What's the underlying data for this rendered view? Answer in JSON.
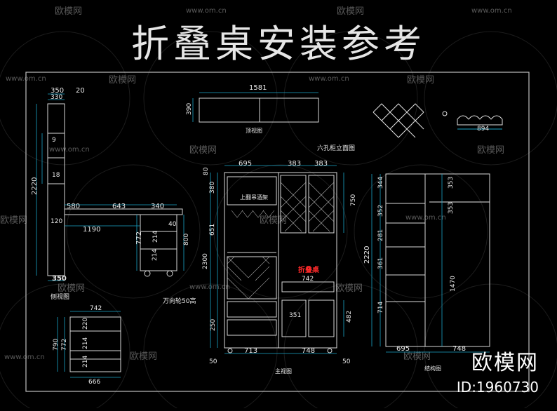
{
  "title": "折叠桌安装参考",
  "watermark": {
    "brand": "欧模网",
    "url": "www.om.cn"
  },
  "brand": {
    "logo_text": "欧模网",
    "id_text": "ID:1960730"
  },
  "labels": {
    "side_view": "侧视图",
    "top_view": "顶视图",
    "front_view": "主视图",
    "structure_view": "结构图",
    "door_view": "六孔柜立面图",
    "wine_shelf": "上翻吊酒架",
    "folding_table": "折叠桌",
    "table_leg": "万向轮50高"
  },
  "dims": {
    "d350a": "350",
    "d20a": "20",
    "d330": "330",
    "d1581": "1581",
    "d390": "390",
    "d894": "894",
    "d2220a": "2220",
    "d9": "9",
    "d18": "18",
    "d580": "580",
    "d643": "643",
    "d340": "340",
    "d120": "120",
    "d1190": "1190",
    "d40": "40",
    "d772a": "772",
    "d214a": "214",
    "d214b": "214",
    "d800": "800",
    "d350b": "350",
    "d742a": "742",
    "d790": "790",
    "d772b": "772",
    "d220": "220",
    "d214c": "214",
    "d214d": "214",
    "d666": "666",
    "d695a": "695",
    "d383a": "383",
    "d383b": "383",
    "d80": "80",
    "d380": "380",
    "d651": "651",
    "d2300": "2300",
    "d750": "750",
    "d742b": "742",
    "d351": "351",
    "d482": "482",
    "d250": "250",
    "d713": "713",
    "d748a": "748",
    "d50a": "50",
    "d50b": "50",
    "d344": "344",
    "d353a": "353",
    "d352": "352",
    "d353b": "353",
    "d281": "281",
    "d361": "361",
    "d2220b": "2220",
    "d1470": "1470",
    "d714": "714",
    "d695b": "695",
    "d748b": "748"
  }
}
